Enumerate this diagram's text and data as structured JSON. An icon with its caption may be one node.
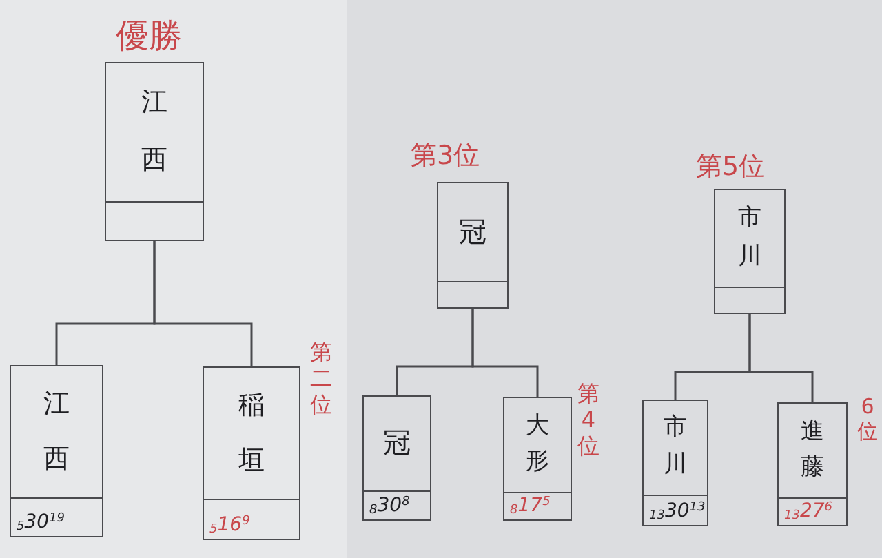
{
  "diagram": {
    "nodes": [
      {
        "text": [
          "江西"
        ],
        "beside": [
          "優勝"
        ]
      },
      {
        "text": [
          "江西",
          "$_{5}$30$^{19}$"
        ]
      },
      {
        "text": [
          "稲垣",
          "$_{5}$16$^{9}$"
        ],
        "beside": [
          "第二位"
        ]
      },
      {
        "text": [
          "冠"
        ],
        "beside": [
          "第3位"
        ]
      },
      {
        "text": [
          "冠",
          "$_{8}$30$^{8}$"
        ]
      },
      {
        "text": [
          "大形",
          "$_{8}$17$^{5}$"
        ],
        "beside": [
          "第4位"
        ]
      },
      {
        "text": [
          "市川"
        ],
        "beside": [
          "第5位"
        ]
      },
      {
        "text": [
          "市川",
          "$_{13}$30$^{13}$"
        ]
      },
      {
        "text": [
          "進藤",
          "$_{13}$27$^{6}$"
        ],
        "beside": [
          "6位"
        ]
      }
    ],
    "edges": [
      {
        "from": 0,
        "to": 1,
        "arrow": "none"
      },
      {
        "from": 0,
        "to": 2,
        "arrow": "none"
      },
      {
        "from": 3,
        "to": 4,
        "arrow": "none"
      },
      {
        "from": 3,
        "to": 5,
        "arrow": "none"
      },
      {
        "from": 6,
        "to": 7,
        "arrow": "none"
      },
      {
        "from": 6,
        "to": 8,
        "arrow": "none"
      }
    ]
  }
}
